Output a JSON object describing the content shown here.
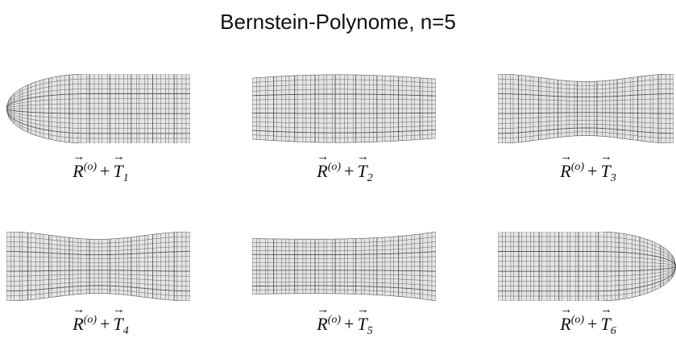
{
  "title": "Bernstein-Polynome, n=5",
  "panels": [
    {
      "base": "R",
      "sup": "(o)",
      "op": "+",
      "term": "T",
      "sub": "1",
      "shape": "tip-left"
    },
    {
      "base": "R",
      "sup": "(o)",
      "op": "+",
      "term": "T",
      "sub": "2",
      "shape": "left-bulge"
    },
    {
      "base": "R",
      "sup": "(o)",
      "op": "+",
      "term": "T",
      "sub": "3",
      "shape": "waist-center"
    },
    {
      "base": "R",
      "sup": "(o)",
      "op": "+",
      "term": "T",
      "sub": "4",
      "shape": "waist-center"
    },
    {
      "base": "R",
      "sup": "(o)",
      "op": "+",
      "term": "T",
      "sub": "5",
      "shape": "right-flare"
    },
    {
      "base": "R",
      "sup": "(o)",
      "op": "+",
      "term": "T",
      "sub": "6",
      "shape": "tip-right"
    }
  ],
  "colors": {
    "mesh_fill": "#e6e6e6",
    "mesh_line": "#555555"
  }
}
